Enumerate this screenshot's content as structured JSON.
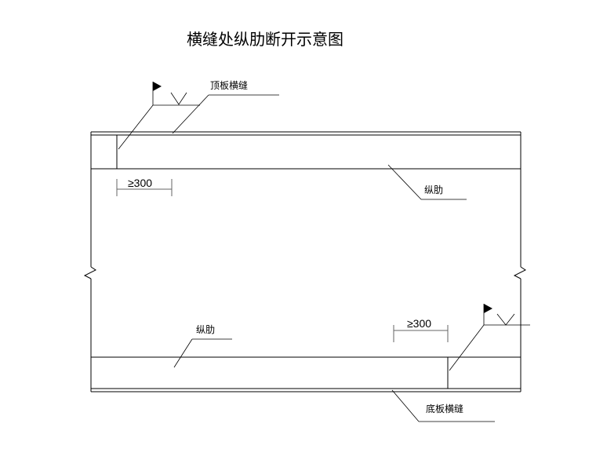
{
  "diagram": {
    "title": "横缝处纵肋断开示意图",
    "labels": {
      "top_plate_seam": "顶板横缝",
      "longitudinal_rib_top": "纵肋",
      "longitudinal_rib_bottom": "纵肋",
      "bottom_plate_seam": "底板横缝",
      "min_offset_top": "≥300",
      "min_offset_bottom": "≥300"
    },
    "symbols": [
      "weld-flag-icon",
      "weld-flag-icon",
      "break-mark-icon",
      "break-mark-icon"
    ],
    "colors": {
      "line": "#000000",
      "background": "#ffffff"
    }
  }
}
